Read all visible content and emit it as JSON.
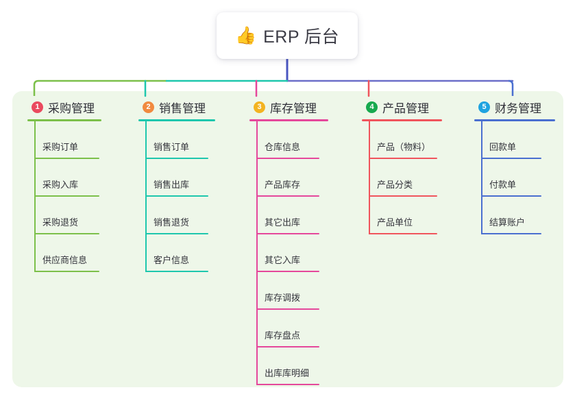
{
  "page": {
    "background": "#ffffff",
    "panel_color": "#eef7e9",
    "root_connector_color": "#4a56c0",
    "root_bus_color": "#6b6ec9"
  },
  "root": {
    "icon": "thumbs-up",
    "icon_glyph": "👍",
    "title": "ERP 后台"
  },
  "columns": [
    {
      "index": "1",
      "badge_label": "1",
      "badge_color": "#ea4a5f",
      "line_color": "#7cc04a",
      "title": "采购管理",
      "items": [
        {
          "label": "采购订单"
        },
        {
          "label": "采购入库"
        },
        {
          "label": "采购退货"
        },
        {
          "label": "供应商信息"
        }
      ]
    },
    {
      "index": "2",
      "badge_label": "2",
      "badge_color": "#f18a3f",
      "line_color": "#1ec7ad",
      "title": "销售管理",
      "items": [
        {
          "label": "销售订单"
        },
        {
          "label": "销售出库"
        },
        {
          "label": "销售退货"
        },
        {
          "label": "客户信息"
        }
      ]
    },
    {
      "index": "3",
      "badge_label": "3",
      "badge_color": "#f3b321",
      "line_color": "#e5479b",
      "title": "库存管理",
      "items": [
        {
          "label": "仓库信息"
        },
        {
          "label": "产品库存"
        },
        {
          "label": "其它出库"
        },
        {
          "label": "其它入库"
        },
        {
          "label": "库存调拨"
        },
        {
          "label": "库存盘点"
        },
        {
          "label": "出库库明细"
        }
      ]
    },
    {
      "index": "4",
      "badge_label": "4",
      "badge_color": "#17a94e",
      "line_color": "#f0545c",
      "title": "产品管理",
      "items": [
        {
          "label": "产品（物料）"
        },
        {
          "label": "产品分类"
        },
        {
          "label": "产品单位"
        }
      ]
    },
    {
      "index": "5",
      "badge_label": "5",
      "badge_color": "#1fa3e0",
      "line_color": "#4a6fd0",
      "title": "财务管理",
      "items": [
        {
          "label": "回款单"
        },
        {
          "label": "付款单"
        },
        {
          "label": "结算账户"
        }
      ]
    }
  ]
}
